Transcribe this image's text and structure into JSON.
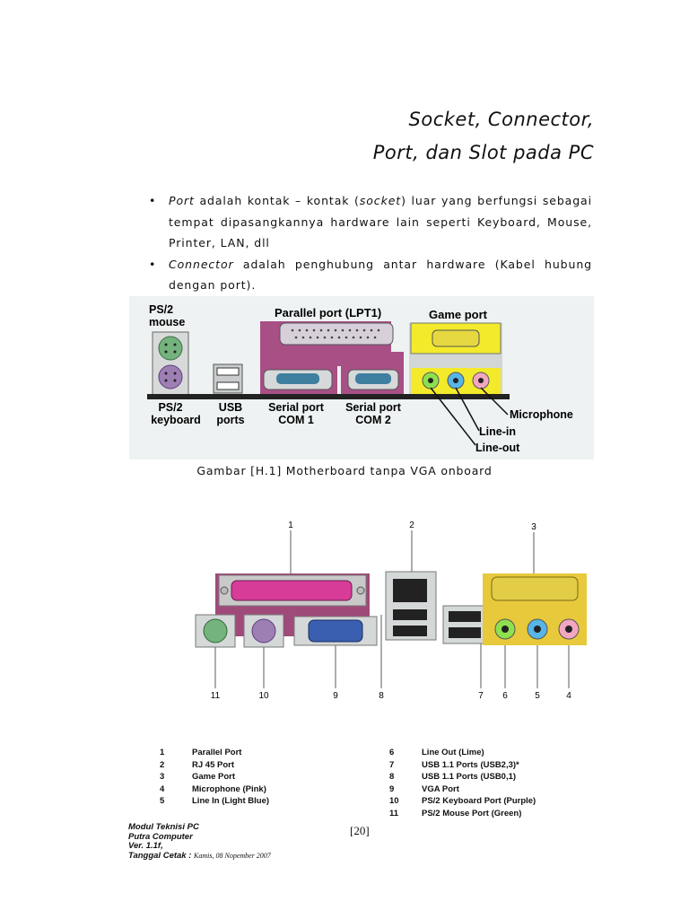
{
  "title": {
    "line1": "Socket, Connector,",
    "line2": "Port, dan Slot pada PC"
  },
  "bullets": [
    {
      "term": "Port",
      "text": " adalah kontak – kontak (",
      "term2": "socket",
      "text2": ") luar yang berfungsi sebagai tempat dipasangkannya hardware lain seperti Keyboard, Mouse, Printer, LAN, dll"
    },
    {
      "term": "Connector",
      "text": " adalah penghubung antar hardware (Kabel hubung dengan port)."
    }
  ],
  "figure1": {
    "labels": {
      "ps2_mouse_1": "PS/2",
      "ps2_mouse_2": "mouse",
      "parallel": "Parallel port (LPT1)",
      "game": "Game port",
      "ps2_kb_1": "PS/2",
      "ps2_kb_2": "keyboard",
      "usb_1": "USB",
      "usb_2": "ports",
      "com1_1": "Serial port",
      "com1_2": "COM 1",
      "com2_1": "Serial port",
      "com2_2": "COM 2",
      "microphone": "Microphone",
      "linein": "Line-in",
      "lineout": "Line-out"
    }
  },
  "caption": "Gambar [H.1] Motherboard tanpa VGA onboard",
  "figure2": {
    "numbers": [
      "1",
      "2",
      "3",
      "11",
      "10",
      "9",
      "8",
      "7",
      "6",
      "5",
      "4"
    ]
  },
  "legend": {
    "left": [
      {
        "num": "1",
        "label": "Parallel Port"
      },
      {
        "num": "2",
        "label": "RJ 45 Port"
      },
      {
        "num": "3",
        "label": "Game Port"
      },
      {
        "num": "4",
        "label": "Microphone (Pink)"
      },
      {
        "num": "5",
        "label": "Line In (Light Blue)"
      }
    ],
    "right": [
      {
        "num": "6",
        "label": "Line Out (Lime)"
      },
      {
        "num": "7",
        "label": "USB 1.1 Ports (USB2,3)*"
      },
      {
        "num": "8",
        "label": "USB 1.1 Ports (USB0,1)"
      },
      {
        "num": "9",
        "label": "VGA Port"
      },
      {
        "num": "10",
        "label": "PS/2 Keyboard Port (Purple)"
      },
      {
        "num": "11",
        "label": "PS/2 Mouse Port (Green)"
      }
    ]
  },
  "footer": {
    "line1": "Modul Teknisi PC",
    "line2": "Putra Computer",
    "line3": "Ver. 1.1f,",
    "line4_label": "Tanggal Cetak :",
    "line4_date": "Kamis, 08 Nopember 2007"
  },
  "page_number": "[20]",
  "colors": {
    "mauve_panel": "#a84f86",
    "game_yellow": "#f2ea2a",
    "ps2_green": "#74b27e",
    "ps2_purple": "#9d7fb4",
    "parallel_pink": "#d63c98",
    "vga_blue": "#3a5fb0",
    "audio_lime": "#8ee04f",
    "audio_blue": "#57b5e8",
    "audio_pink": "#f2a6c2"
  }
}
